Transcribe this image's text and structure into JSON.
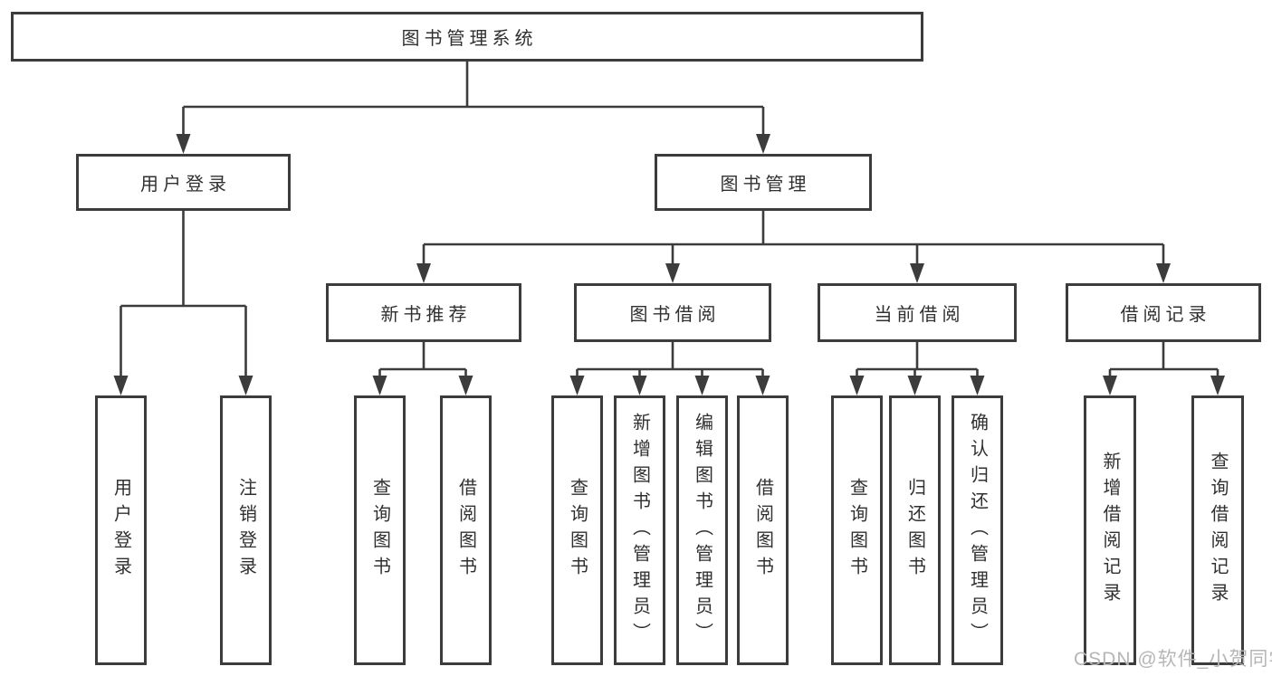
{
  "nodes": {
    "root": "图书管理系统",
    "user_login": "用户登录",
    "book_mgmt": "图书管理",
    "login": "用户登录",
    "logout": "注销登录",
    "new_books": "新书推荐",
    "borrow": "图书借阅",
    "current": "当前借阅",
    "records": "借阅记录",
    "nb_query": "查询图书",
    "nb_borrow": "借阅图书",
    "bw_query": "查询图书",
    "bw_add": "新增图书（管理员）",
    "bw_edit": "编辑图书（管理员）",
    "bw_borrow": "借阅图书",
    "cb_query": "查询图书",
    "cb_return": "归还图书",
    "cb_confirm": "确认归还（管理员）",
    "rc_add": "新增借阅记录",
    "rc_query": "查询借阅记录"
  },
  "watermark": "CSDN @软件_小贺同学",
  "colors": {
    "line": "#3c3c3c",
    "box_border": "#3c3c3c",
    "text": "#303030",
    "watermark": "#b6b6b6",
    "background": "#ffffff"
  }
}
